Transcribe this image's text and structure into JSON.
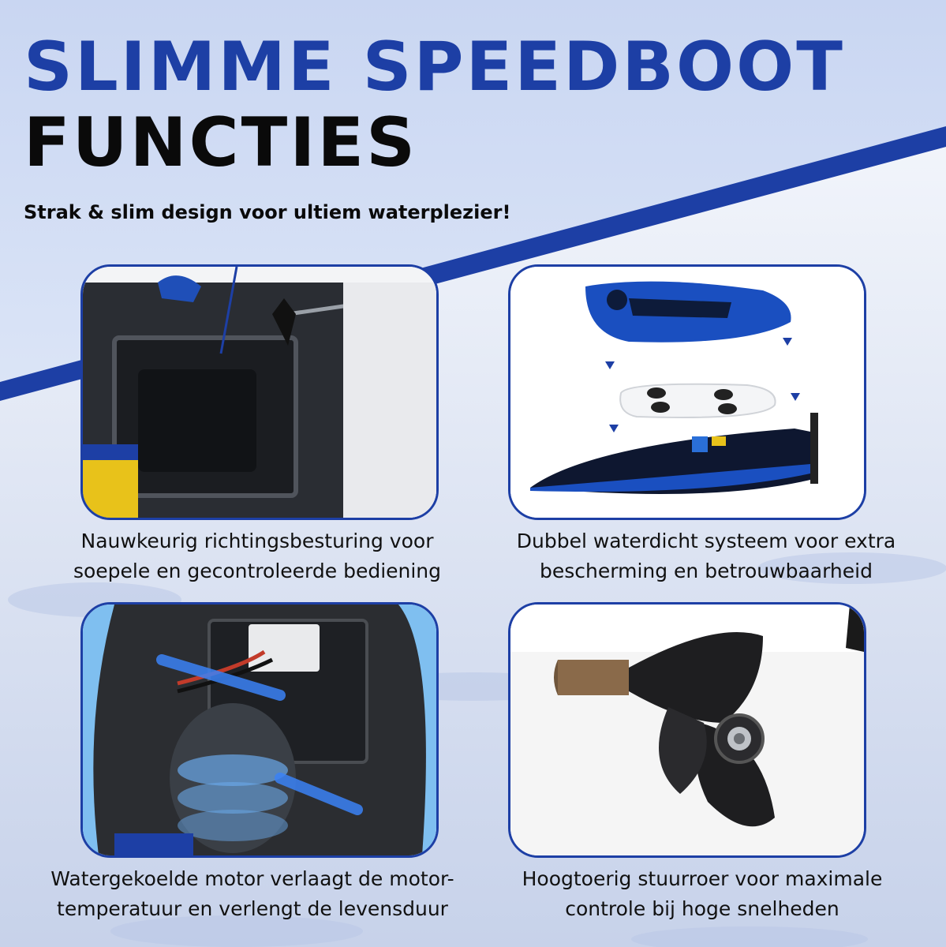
{
  "header": {
    "title_line1": "SLIMME SPEEDBOOT",
    "title_line2": "FUNCTIES",
    "subtitle": "Strak & slim design voor ultiem waterplezier!"
  },
  "features": [
    {
      "caption_line1": "Nauwkeurig richtingsbesturing voor",
      "caption_line2": "soepele en gecontroleerde bediening"
    },
    {
      "caption_line1": "Dubbel waterdicht systeem voor extra",
      "caption_line2": "bescherming en betrouwbaarheid"
    },
    {
      "caption_line1": "Watergekoelde motor verlaagt de motor-",
      "caption_line2": "temperatuur en verlengt de levensduur"
    },
    {
      "caption_line1": "Hoogtoerig stuurroer voor maximale",
      "caption_line2": "controle bij hoge snelheden"
    }
  ],
  "colors": {
    "accent": "#1d3fa5",
    "text": "#0a0a0a"
  }
}
